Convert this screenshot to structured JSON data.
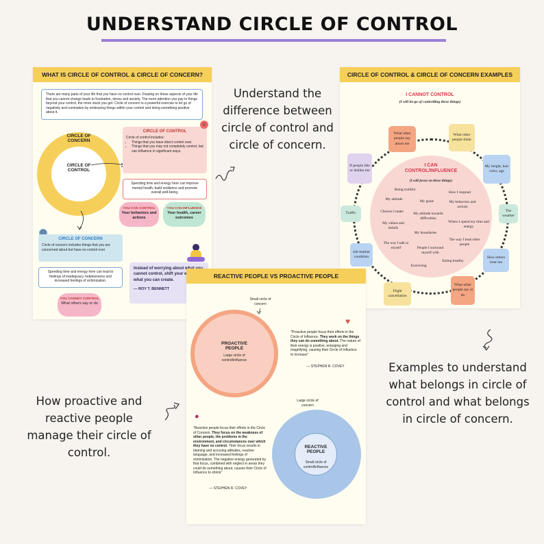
{
  "title": "UNDERSTAND CIRCLE OF CONTROL",
  "descriptions": {
    "top": "Understand the difference between circle of control and circle of concern.",
    "right": "Examples to understand what belongs in circle of control and what belongs in circle of concern.",
    "left": "How proactive and reactive people manage their circle of control."
  },
  "card1": {
    "header": "WHAT IS CIRCLE OF CONTROL & CIRCLE OF CONCERN?",
    "intro": "There are many parts of your life that you have no control over. Fixating on these aspects of your life that you cannot change leads to frustration, stress and anxiety. The more attention you pay to things beyond your control, the more stuck you get. Circle of concern is a powerful exercise to let go of negativity and rumination by embracing things within your control and doing something positive about it.",
    "outer_label": "CIRCLE OF CONCERN",
    "inner_label": "CIRCLE OF CONTROL",
    "control_box": {
      "title": "CIRCLE OF CONTROL",
      "lead": "Circle of control includes:",
      "b1": "Things that you have direct control over.",
      "b2": "Things that you may not completely control, but can influence in significant ways."
    },
    "control_tip": "Spending time and energy here can improve mental health, build resilience and promote overall well-being.",
    "can_control": {
      "title": "YOU CAN CONTROL",
      "text": "Your behaviors and actions"
    },
    "can_influence": {
      "title": "YOU CAN INFLUENCE",
      "text": "Your health, career outcomes"
    },
    "concern_box": {
      "title": "CIRCLE OF CONCERN",
      "text": "Circle of concern includes things that you are concerned about but have no control over"
    },
    "concern_tip": "Spending time and energy here can lead to feelings of inadequacy, helplessness and increased feelings of victimization.",
    "cannot_control": {
      "title": "YOU CANNOT CONTROL",
      "text": "What others say or do"
    },
    "quote": "Instead of worrying about what you cannot control, shift your energy to what you can create.",
    "quote_author": "— ROY T. BENNETT"
  },
  "card2": {
    "header": "CIRCLE OF CONTROL & CIRCLE OF CONCERN EXAMPLES",
    "cannot_title": "I CANNOT CONTROL",
    "cannot_sub": "(I will let go of controlling these things)",
    "can_title": "I CAN CONTROL/INFLUENCE",
    "can_sub": "(I will focus on these things)",
    "outer_items": [
      "What other people say about me",
      "What other people think",
      "If people like or dislike me",
      "My height, hair color, age",
      "Traffic",
      "The weather",
      "Job market condition",
      "How others treat me",
      "Flight cancellation",
      "What other people say or do"
    ],
    "inner_items": [
      "Being truthful",
      "How I respond",
      "My attitude",
      "My goals",
      "My behaviors and actions",
      "Choices I make",
      "My attitude towards difficulties",
      "Where I spend my time and energy",
      "My values and beliefs",
      "My boundaries",
      "The way I talk to myself",
      "The way I treat other people",
      "People I surround myself with",
      "Eating healthy",
      "Exercising"
    ]
  },
  "card3": {
    "header": "REACTIVE PEOPLE VS PROACTIVE PEOPLE",
    "small_concern": "Small circle of concern",
    "proactive_title": "PROACTIVE PEOPLE",
    "proactive_sub": "Large circle of control/influence",
    "proactive_quote_a": "\"Proactive people focus their efforts in the Circle of Influence.",
    "proactive_quote_b": "They work on the things they can do something about.",
    "proactive_quote_c": "The nature of their energy is positive, enlarging and magnifying, causing their Circle of Influence to increase\"",
    "author1": "— STEPHEN R. COVEY",
    "large_concern": "Large circle of concern",
    "reactive_title": "REACTIVE PEOPLE",
    "reactive_sub": "Small circle of control/influence",
    "reactive_quote_a": "\"Reactive people focus their efforts in the Circle of Concern.",
    "reactive_quote_b": "They focus on the weakness of other people, the problems in the environment, and circumstances over which they have no control.",
    "reactive_quote_c": "Their focus results in blaming and accusing attitudes, reactive language, and increased feelings of victimization. The negative energy generated by that focus, combined with neglect in areas they could do something about, causes their Circle of Influence to shrink\"",
    "author2": "— STEPHEN R. COVEY"
  }
}
